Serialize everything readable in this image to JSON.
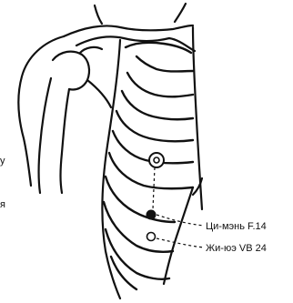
{
  "points": [
    {
      "label": "Ци-мэнь F.14"
    },
    {
      "label": "Жи-юэ VB 24"
    }
  ],
  "edge_text": [
    {
      "text": "у"
    },
    {
      "text": "я"
    }
  ]
}
